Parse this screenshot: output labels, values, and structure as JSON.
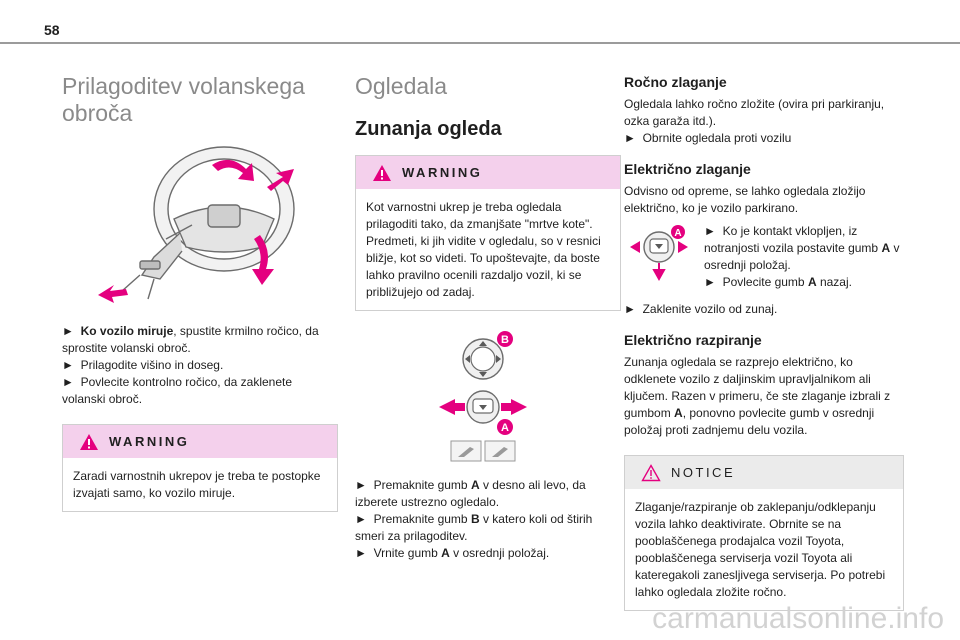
{
  "page_number": "58",
  "watermark": "carmanualsonline.info",
  "col1": {
    "title_line1": "Prilagoditev volanskega",
    "title_line2": "obroča",
    "steps": [
      {
        "bold": "Ko vozilo miruje",
        "rest": ", spustite krmilno ročico, da sprostite volanski obroč."
      },
      {
        "bold": "",
        "rest": "Prilagodite višino in doseg."
      },
      {
        "bold": "",
        "rest": "Povlecite kontrolno ročico, da zaklenete volanski obroč."
      }
    ],
    "warning_label": "WARNING",
    "warning_text": "Zaradi varnostnih ukrepov je treba te postopke izvajati samo, ko vozilo miruje."
  },
  "col2": {
    "title": "Ogledala",
    "subtitle": "Zunanja ogleda",
    "warning_label": "WARNING",
    "warning_text": "Kot varnostni ukrep je treba ogledala prilagoditi tako, da zmanjšate \"mrtve kote\". Predmeti, ki jih vidite v ogledalu, so v resnici bližje, kot so videti. To upoštevajte, da boste lahko pravilno ocenili razdaljo vozil, ki se približujejo od zadaj.",
    "badge_b": "B",
    "badge_a": "A",
    "steps": [
      {
        "pre": "Premaknite gumb ",
        "bold": "A",
        "post": " v desno ali levo, da izberete ustrezno ogledalo."
      },
      {
        "pre": "Premaknite gumb ",
        "bold": "B",
        "post": " v katero koli od štirih smeri za prilagoditev."
      },
      {
        "pre": "Vrnite gumb ",
        "bold": "A",
        "post": " v osrednji položaj."
      }
    ]
  },
  "col3": {
    "h_manual": "Ročno zlaganje",
    "manual_text": "Ogledala lahko ročno zložite (ovira pri parkiranju, ozka garaža itd.).",
    "manual_step": "Obrnite ogledala proti vozilu",
    "h_electric": "Električno zlaganje",
    "electric_text": "Odvisno od opreme, se lahko ogledala zložijo električno, ko je vozilo parkirano.",
    "badge_a": "A",
    "electric_step1_pre": "Ko je kontakt vklopljen, iz notranjosti vozila postavite gumb ",
    "electric_step1_bold": "A",
    "electric_step1_post": " v osrednji položaj.",
    "electric_step2_pre": "Povlecite gumb ",
    "electric_step2_bold": "A",
    "electric_step2_post": " nazaj.",
    "electric_step3": "Zaklenite vozilo od zunaj.",
    "h_unfold": "Električno razpiranje",
    "unfold_pre": "Zunanja ogledala se razprejo električno, ko odklenete vozilo z daljinskim upravljalnikom ali ključem. Razen v primeru, če ste zlaganje izbrali z gumbom ",
    "unfold_bold": "A",
    "unfold_post": ", ponovno povlecite gumb v osrednji položaj proti zadnjemu delu vozila.",
    "notice_label": "NOTICE",
    "notice_text": "Zlaganje/razpiranje ob zaklepanju/odklepanju vozila lahko deaktivirate. Obrnite se na pooblaščenega prodajalca vozil Toyota, pooblaščenega serviserja vozil Toyota ali kateregakoli zanesljivega serviserja. Po potrebi lahko ogledala zložite ročno."
  },
  "arrow": "►",
  "colors": {
    "warning_bg": "#f4d0ec",
    "notice_bg": "#ebebeb",
    "accent": "#e4007f"
  }
}
